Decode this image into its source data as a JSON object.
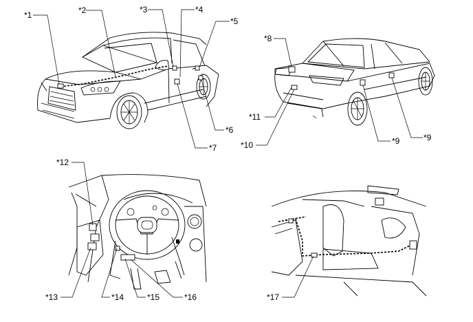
{
  "labels": {
    "c1": "*1",
    "c2": "*2",
    "c3": "*3",
    "c4": "*4",
    "c5": "*5",
    "c6": "*6",
    "c7": "*7",
    "c8": "*8",
    "c9a": "*9",
    "c9b": "*9",
    "c10": "*10",
    "c11": "*11",
    "c12": "*12",
    "c13": "*13",
    "c14": "*14",
    "c15": "*15",
    "c16": "*16",
    "c17": "*17"
  }
}
